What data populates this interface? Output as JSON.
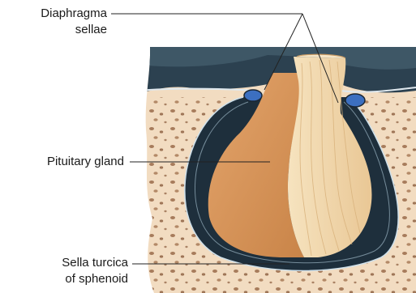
{
  "labels": {
    "diaphragma_line1": "Diaphragma",
    "diaphragma_line2": "sellae",
    "pituitary": "Pituitary gland",
    "sella_line1": "Sella turcica",
    "sella_line2": "of sphenoid"
  },
  "colors": {
    "bone": "#f2dcc1",
    "bone_pores": "#9a6b4a",
    "dura": "#24384a",
    "csf_space": "#1d2c39",
    "diaphragm_top": "#4a6575",
    "gland_anterior": "#d9955c",
    "gland_posterior": "#f1d3a2",
    "stalk": "#f3ddb3",
    "leader_line": "#222222",
    "sinus": "#3c6fc0"
  }
}
